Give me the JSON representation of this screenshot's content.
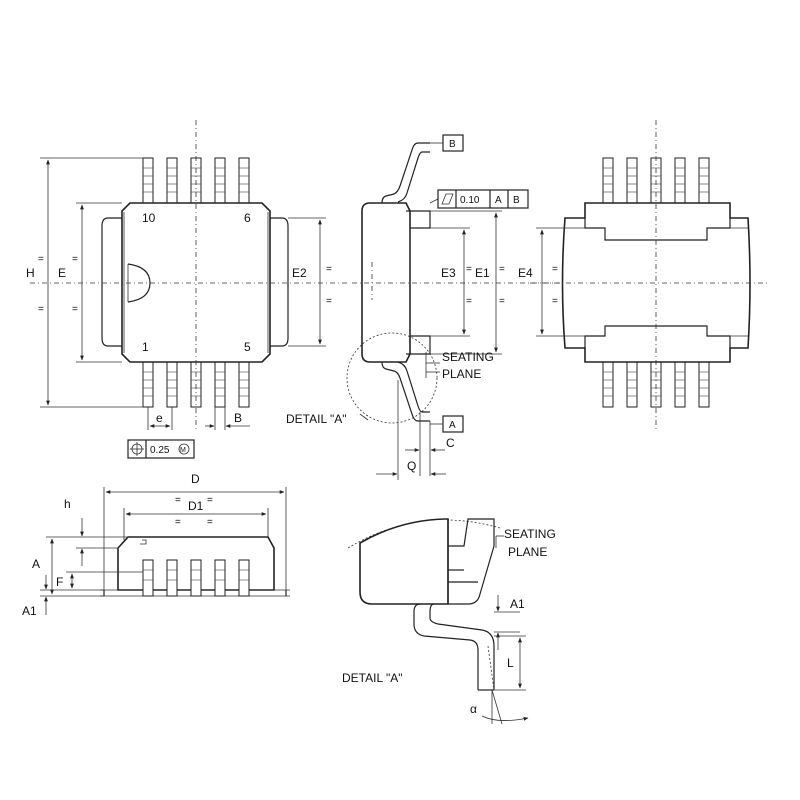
{
  "top_view": {
    "pin_10": "10",
    "pin_6": "6",
    "pin_1": "1",
    "pin_5": "5",
    "dim_H": "H",
    "dim_E": "E",
    "dim_E2": "E2",
    "dim_e": "e",
    "dim_B": "B",
    "eq": "=",
    "tolerance_value": "0.25",
    "tolerance_modifier": "M"
  },
  "side_view": {
    "datum_B": "B",
    "datum_A": "A",
    "flatness_value": "0.10",
    "flatness_ref1": "A",
    "flatness_ref2": "B",
    "dim_E3": "E3",
    "dim_E1": "E1",
    "dim_C": "C",
    "dim_Q": "Q",
    "seating_plane_line1": "SEATING",
    "seating_plane_line2": "PLANE",
    "detail_label": "DETAIL \"A\""
  },
  "bottom_view": {
    "dim_E4": "E4"
  },
  "front_view": {
    "dim_D": "D",
    "dim_D1": "D1",
    "dim_h": "h",
    "dim_A": "A",
    "dim_F": "F",
    "dim_A1": "A1"
  },
  "detail_view": {
    "seating_plane_line1": "SEATING",
    "seating_plane_line2": "PLANE",
    "dim_A1": "A1",
    "dim_L": "L",
    "dim_alpha": "α",
    "detail_label": "DETAIL \"A\""
  }
}
